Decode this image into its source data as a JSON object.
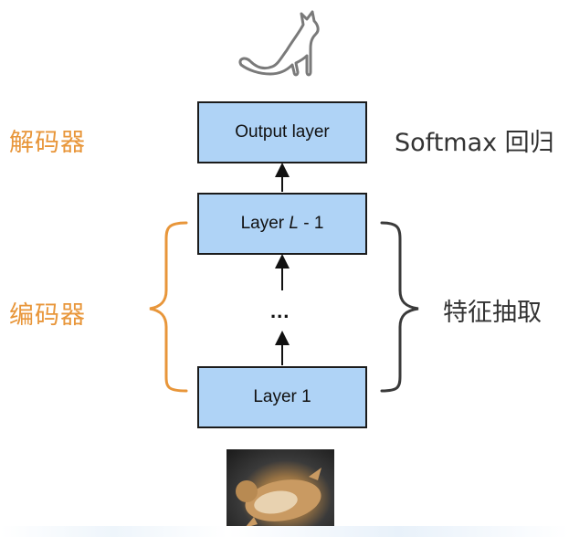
{
  "labels": {
    "decoder": "解码器",
    "encoder": "编码器",
    "softmax": "Softmax 回归",
    "feature": "特征抽取"
  },
  "boxes": {
    "output": "Output layer",
    "layer_l_prefix": "Layer ",
    "layer_l_var": "L",
    "layer_l_suffix": " - 1",
    "layer_1": "Layer 1"
  },
  "ellipsis": "...",
  "colors": {
    "accent_orange": "#e8963a",
    "box_fill": "#afd3f6",
    "box_border": "#1b1b1b",
    "bracket_dark": "#3a3a3a",
    "cat_gray": "#7a7a7a"
  },
  "icons": {
    "top": "cat-silhouette-icon",
    "bottom": "cat-photo"
  }
}
